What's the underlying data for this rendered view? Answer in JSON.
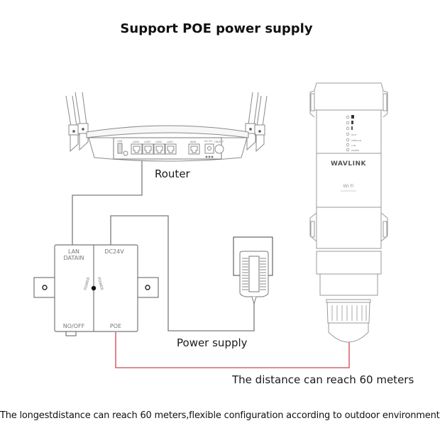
{
  "title": "Support POE power supply",
  "labels": {
    "router": "Router",
    "power_supply": "Power supply",
    "distance": "The distance can reach 60 meters"
  },
  "footer": "The longestdistance can reach 60 meters,flexible configuration according to outdoor environment",
  "router_ports": {
    "usb": "USB",
    "lan1": "LAN1",
    "lan2": "LAN2",
    "lan3": "LAN3",
    "lan4": "LAN4",
    "wan": "WAN",
    "dc": "DC 9V",
    "onoff": "ON/OFF"
  },
  "poe_injector": {
    "lan_label_line1": "LAN",
    "lan_label_line2": "DATAIN",
    "dc_label": "DC24V",
    "switch_label": "NO/OFF",
    "poe_label": "POE",
    "power_left": "POWER",
    "power_right": "POWER"
  },
  "device": {
    "brand": "WAVLINK",
    "wifi_logo": "Wi Fi",
    "leds": [
      "",
      "",
      "",
      "WI-FI",
      "WIRELAN",
      "LAN",
      "POWER"
    ]
  },
  "colors": {
    "line": "#7a7a7a",
    "poe_cable": "#d9666b",
    "outline": "#8a8a8a"
  }
}
